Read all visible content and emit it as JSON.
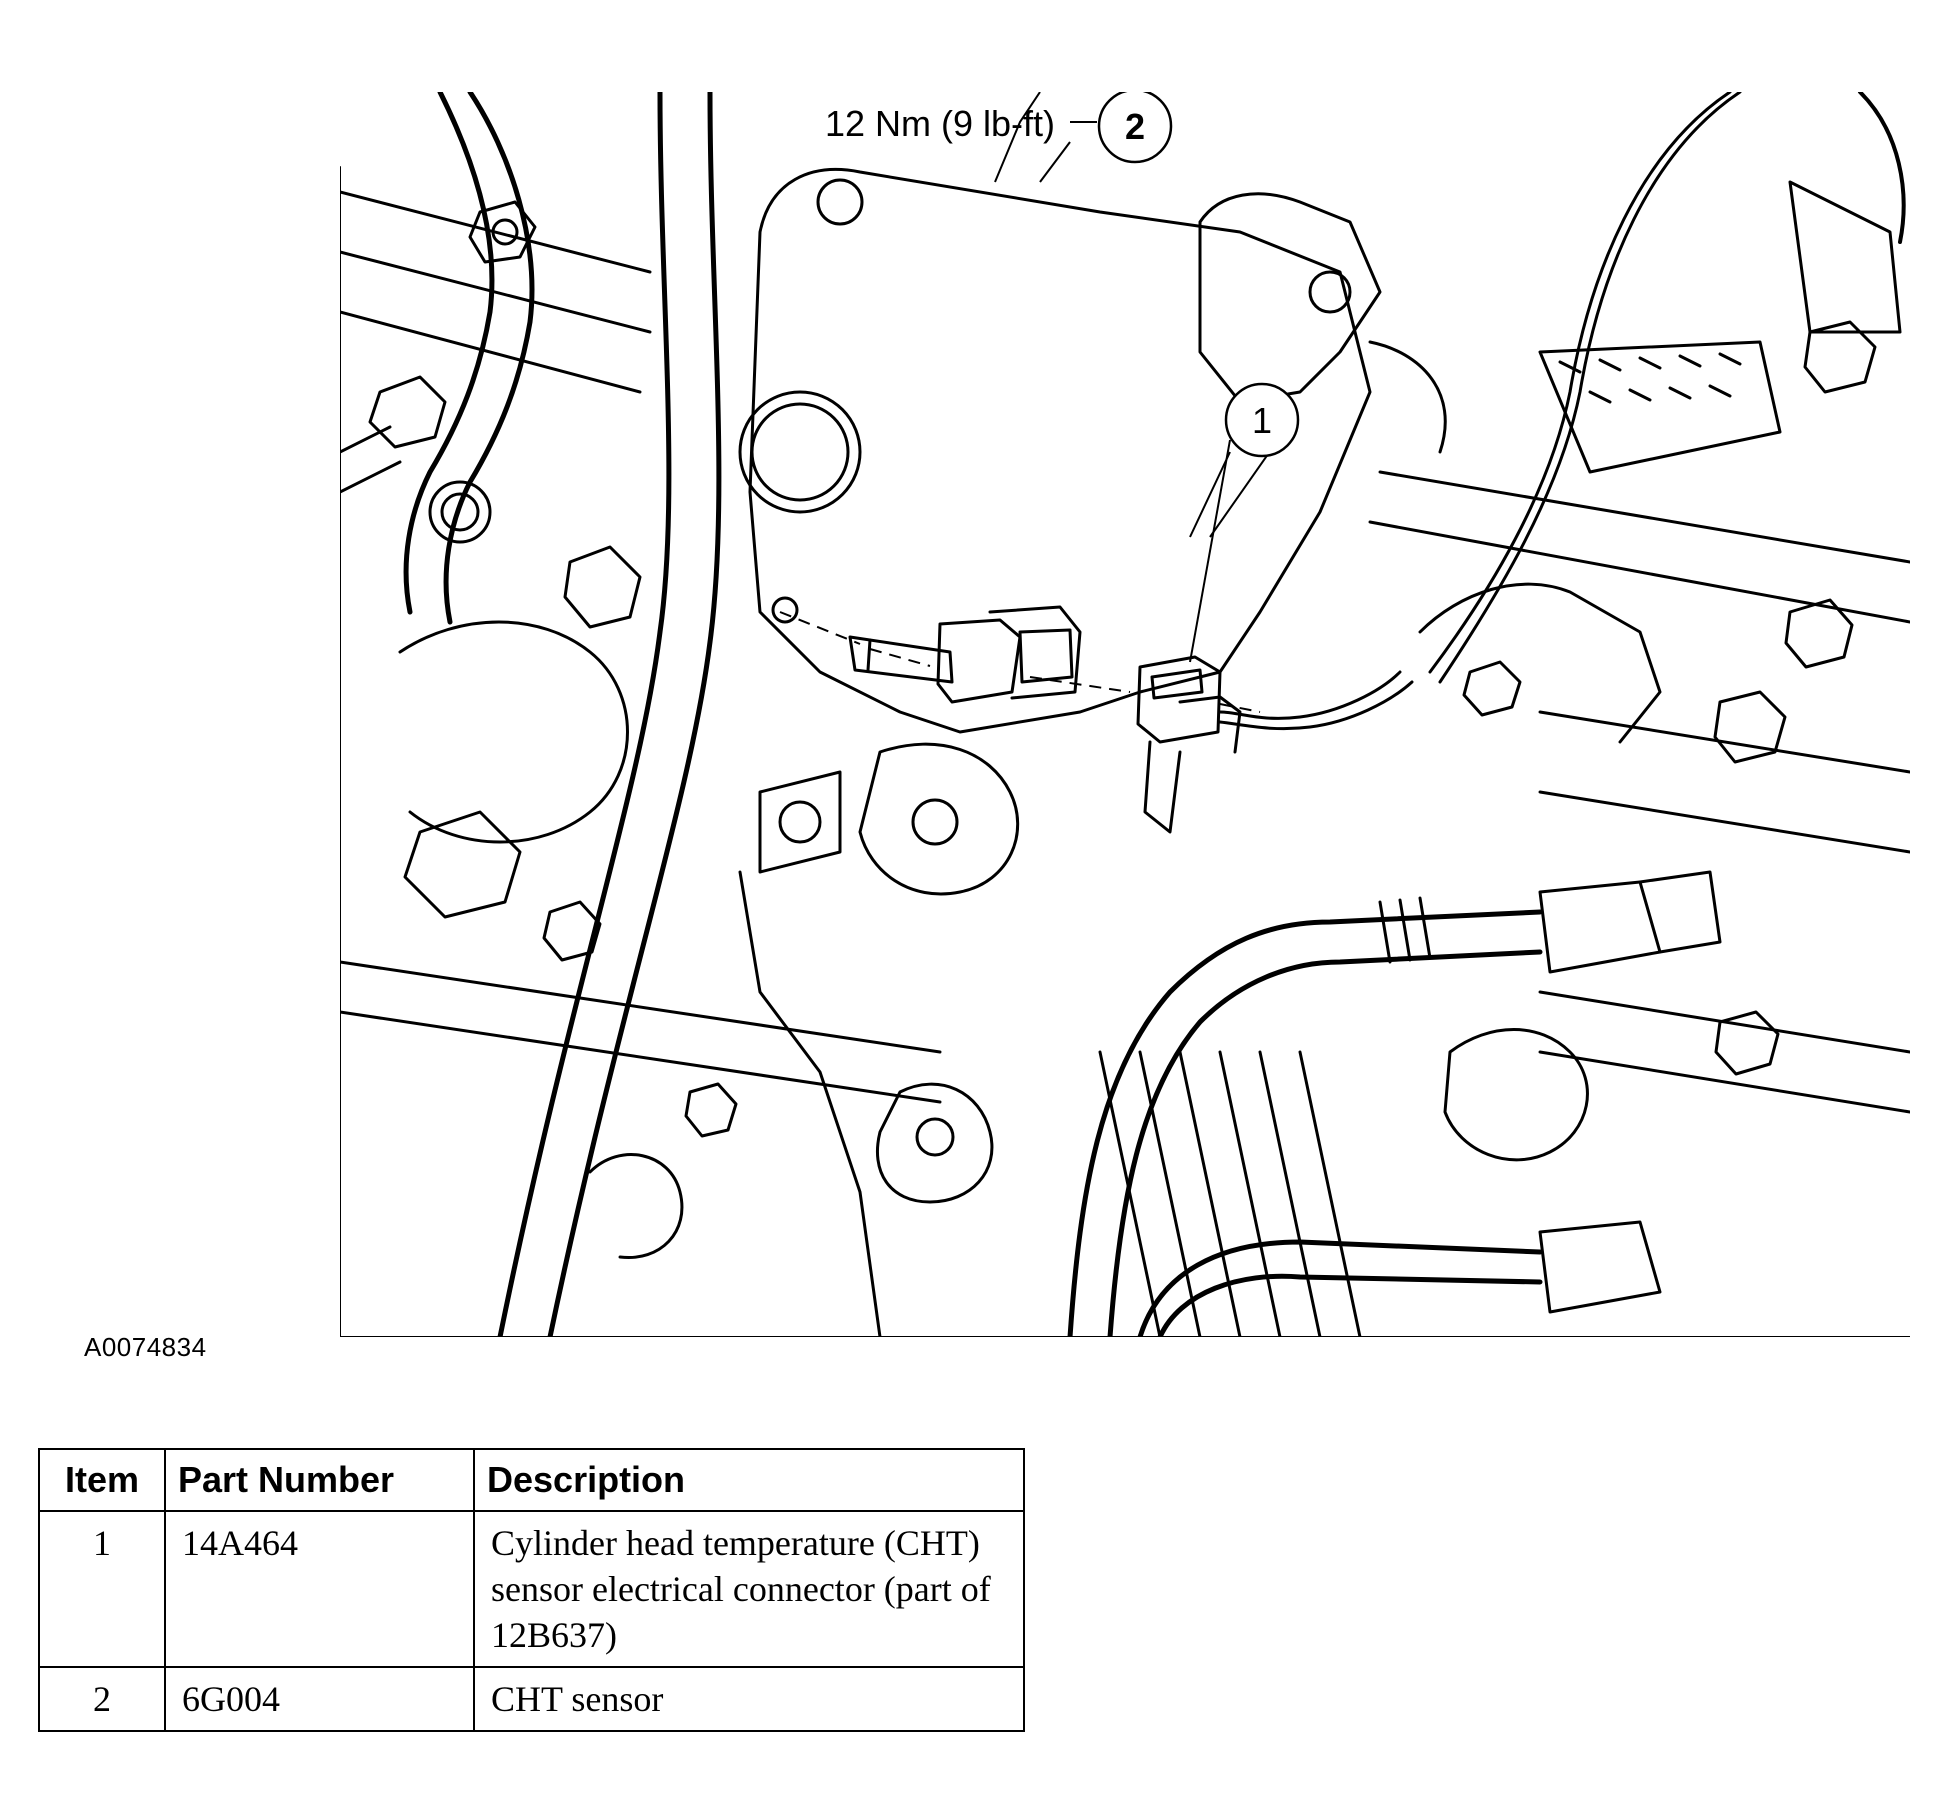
{
  "callouts": {
    "torque": "12 Nm (9 lb-ft)",
    "item_1": "1",
    "item_2": "2"
  },
  "figure_id": "A0074834",
  "table": {
    "headers": [
      "Item",
      "Part Number",
      "Description"
    ],
    "rows": [
      {
        "item": "1",
        "part_number": "14A464",
        "description": "Cylinder head temperature (CHT) sensor electrical connector (part of 12B637)"
      },
      {
        "item": "2",
        "part_number": "6G004",
        "description": "CHT sensor"
      }
    ]
  }
}
